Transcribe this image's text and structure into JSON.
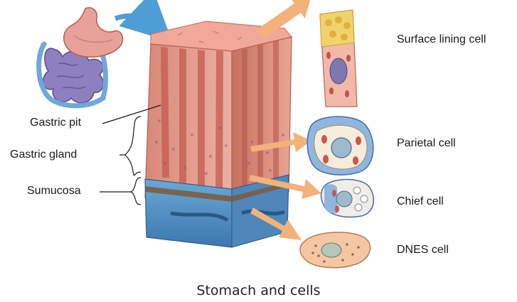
{
  "figure": {
    "caption": "Stomach and cells",
    "left_labels": {
      "gastric_pit": "Gastric pit",
      "gastric_gland": "Gastric gland",
      "submucosa": "Sumucosa"
    },
    "cell_labels": {
      "surface_lining": "Surface lining cell",
      "parietal": "Parietal cell",
      "chief": "Chief cell",
      "dnes": "DNES cell"
    }
  },
  "colors": {
    "arrow_blue": "#4d9fd6",
    "arrow_orange": "#f2b27a",
    "mucosa_pink": "#e9a595",
    "gland_red": "#c65a50",
    "submucosa_blue": "#5b9ac9",
    "stomach_pink": "#e8a198",
    "intestine_purple": "#8e7fc0",
    "cell_blue": "#8fb6de",
    "cell_peach": "#f3c7a3"
  }
}
